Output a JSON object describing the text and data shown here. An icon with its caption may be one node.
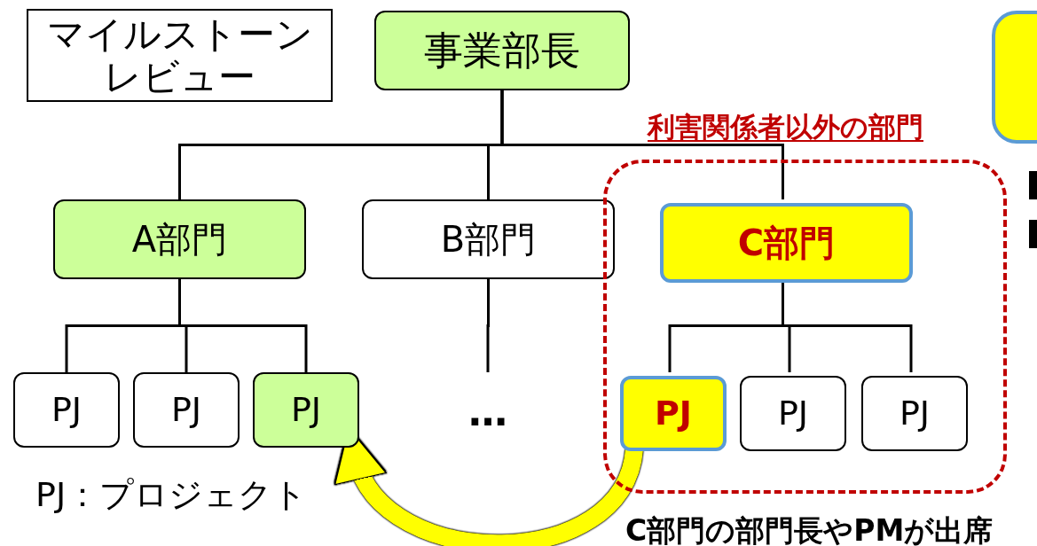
{
  "diagram": {
    "nodes": [
      {
        "text": [
          "マイルストーンレビュー"
        ]
      },
      {
        "text": [
          "事業部長"
        ]
      },
      {
        "text": [],
        "shape": "box"
      },
      {
        "text": [
          "A部門"
        ]
      },
      {
        "text": [
          "B部門"
        ]
      },
      {
        "text": [
          "利害関係者以外の部門"
        ]
      },
      {
        "text": [
          "C部門"
        ],
        "in": 5
      },
      {
        "text": [
          "PJ"
        ]
      },
      {
        "text": [
          "PJ"
        ]
      },
      {
        "text": [
          "PJ"
        ]
      },
      {
        "text": [
          "…"
        ]
      },
      {
        "text": [
          "PJ"
        ],
        "in": 5
      },
      {
        "text": [
          "PJ"
        ],
        "in": 5
      },
      {
        "text": [
          "PJ"
        ],
        "in": 5
      }
    ],
    "edges": [
      {
        "from": 1,
        "to": 3,
        "arrow": "none"
      },
      {
        "from": 1,
        "to": 4,
        "arrow": "none"
      },
      {
        "from": 1,
        "to": 6,
        "arrow": "none"
      },
      {
        "from": 3,
        "to": 7,
        "arrow": "none"
      },
      {
        "from": 3,
        "to": 8,
        "arrow": "none"
      },
      {
        "from": 3,
        "to": 9,
        "arrow": "none"
      },
      {
        "from": 4,
        "to": 10,
        "arrow": "none"
      },
      {
        "from": 6,
        "to": 11,
        "arrow": "none"
      },
      {
        "from": 6,
        "to": 12,
        "arrow": "none"
      },
      {
        "from": 6,
        "to": 13,
        "arrow": "none"
      },
      {
        "from": 11,
        "to": 9,
        "arrow": "to",
        "style": "thick",
        "color": "#ffff00"
      }
    ],
    "labels": [
      "PJ：プロジェクト",
      "C部門の部門長やPMが出席"
    ]
  }
}
